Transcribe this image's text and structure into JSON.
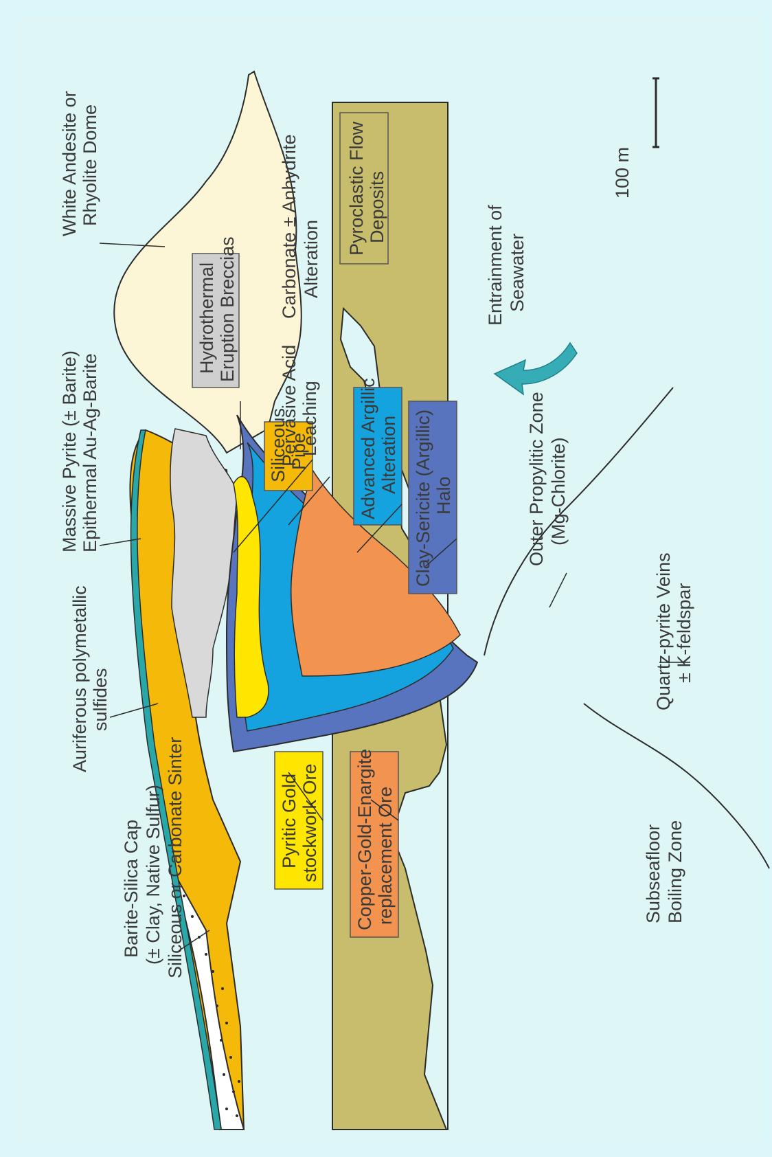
{
  "colors": {
    "background": "#dcf7f9",
    "sea": "#dff6f7",
    "dome": "#fdf6d6",
    "yellow_ore": "#ffe600",
    "massive_pyrite": "#f5b90a",
    "breccia": "#d9d9d9",
    "advanced_argillic": "#14a3de",
    "clay_sericite": "#5874be",
    "copper_ore": "#f2934f",
    "pyroclastic": "#c8bd6c",
    "sinter": "#2aa7a8",
    "seawater_arrow": "#36adb6",
    "outline": "#2b2b2b"
  },
  "labels": {
    "dome": [
      "White Andesite or",
      "Rhyolite Dome"
    ],
    "carbonate": [
      "Carbonate ± Anhydrite",
      "Alteration"
    ],
    "pyroclastic": [
      "Pyroclastic Flow",
      "Deposits"
    ],
    "seawater": [
      "Entrainment of",
      "Seawater"
    ],
    "scale": "100 m",
    "breccias": [
      "Hydrothermal",
      "Eruption Breccias"
    ],
    "leaching": [
      "Pervasive Acid",
      "Leaching"
    ],
    "advanced_argillic": [
      "Advanced Argillic",
      "Alteration"
    ],
    "clay_sericite": [
      "Clay-Sericite (Argillic)",
      "Halo"
    ],
    "propylitic": [
      "Outer Propylitic Zone",
      "(Mg-Chlorite)"
    ],
    "massive_pyrite": [
      "Massive Pyrite (± Barite)",
      "Epithermal Au-Ag-Barite"
    ],
    "siliceous_pipe": [
      "Siliceous",
      "Pipe"
    ],
    "quartz_pyrite": [
      "Quartz-pyrite Veins",
      "± K-feldspar"
    ],
    "auriferous": [
      "Auriferous polymetallic",
      "sulfides"
    ],
    "copper_gold": [
      "Copper-Gold-Enargite",
      "replacement Ore"
    ],
    "pyritic_gold": [
      "Pyritic Gold",
      "stockwork Ore"
    ],
    "barite_cap": [
      "Barite-Silica Cap",
      "(± Clay, Native Sulfur)",
      "Siliceous or Carbonate Sinter"
    ],
    "subseafloor": [
      "Subseafloor",
      "Boiling Zone"
    ]
  }
}
